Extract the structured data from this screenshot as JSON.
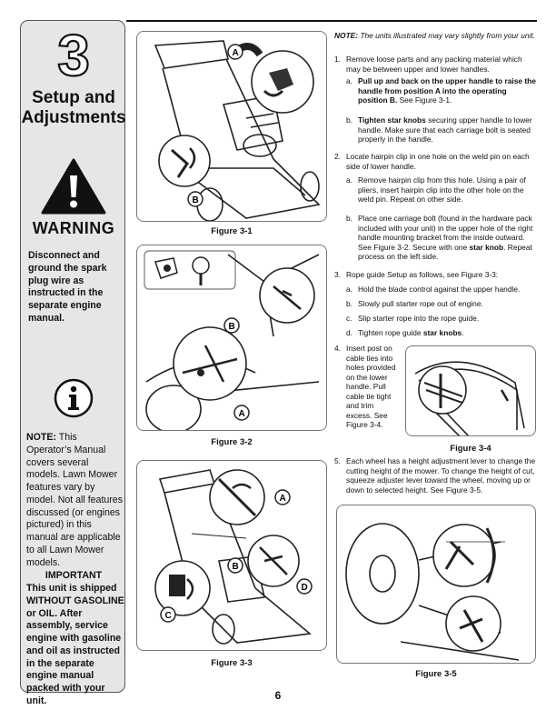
{
  "sidebar": {
    "section_number": "3",
    "section_title_line1": "Setup and",
    "section_title_line2": "Adjustments",
    "warning_label": "WARNING",
    "warning_text": "Disconnect and ground the spark plug wire as instructed in the separate engine manual.",
    "note_label": "NOTE:",
    "note_text": " This Operator’s Manual covers several models. Lawn Mower features vary by model. Not all features discussed (or engines pictured) in this manual are applicable to all Lawn Mower models.",
    "important_label": "IMPORTANT",
    "important_text": "This unit is shipped WITHOUT GASOLINE or OIL. After assembly, service engine with gasoline and oil as instructed in the separate engine manual packed with your unit.",
    "icons": {
      "warning": "warning-triangle-icon",
      "info": "info-icon"
    }
  },
  "figures": {
    "fig1": {
      "caption": "Figure 3-1",
      "callouts": [
        "A",
        "B"
      ]
    },
    "fig2": {
      "caption": "Figure 3-2",
      "callouts": [
        "B",
        "A"
      ]
    },
    "fig3": {
      "caption": "Figure 3-3",
      "callouts": [
        "A",
        "B",
        "C",
        "D"
      ]
    },
    "fig4": {
      "caption": "Figure 3-4"
    },
    "fig5": {
      "caption": "Figure 3-5"
    }
  },
  "instructions": {
    "note_label": "NOTE:",
    "note_text": " The units illustrated may vary slightly from your unit.",
    "step1": {
      "num": "1.",
      "text": "Remove loose parts and any packing material which may be between upper and lower handles."
    },
    "step1a": {
      "num": "a.",
      "bold": "Pull up and back on the upper handle to raise the handle from position A into the operating position B.",
      "text": " See Figure 3-1."
    },
    "step1b": {
      "num": "b.",
      "bold": "Tighten star knobs",
      "text": " securing upper handle to lower handle. Make sure that each carriage bolt is seated properly in the handle."
    },
    "step2": {
      "num": "2.",
      "text": "Locate hairpin clip in one hole on the weld pin on each side of lower handle."
    },
    "step2a": {
      "num": "a.",
      "text": "Remove hairpin clip from this hole. Using a pair of pliers, insert hairpin clip into the other hole on the weld pin. Repeat on other side."
    },
    "step2b": {
      "num": "b.",
      "text": "Place one carriage bolt (found in the hardware pack included with your unit) in the upper hole of the right handle mounting bracket from the inside outward. See Figure 3-2. Secure with one ",
      "bold": "star knob",
      "text2": ". Repeat process on the left side."
    },
    "step3": {
      "num": "3.",
      "text": "Rope guide Setup as follows, see Figure 3-3:"
    },
    "step3a": {
      "num": "a.",
      "text": "Hold the blade control against the upper handle."
    },
    "step3b": {
      "num": "b.",
      "text": "Slowly pull starter rope out of engine."
    },
    "step3c": {
      "num": "c.",
      "text": "Slip starter rope into the rope guide."
    },
    "step3d": {
      "num": "d.",
      "text": "Tighten rope guide ",
      "bold": "star knobs",
      "text2": "."
    },
    "step4": {
      "num": "4.",
      "text": "Insert post on cable ties into holes provided on the lower handle. Pull cable tie tight and trim excess. See Figure 3-4."
    },
    "step5": {
      "num": "5.",
      "text": "Each wheel has a height adjustment lever to change the cutting height of the mower. To change the height of cut, squeeze adjuster lever toward the wheel, moving up or down to selected height. See Figure 3-5."
    }
  },
  "page_number": "6"
}
